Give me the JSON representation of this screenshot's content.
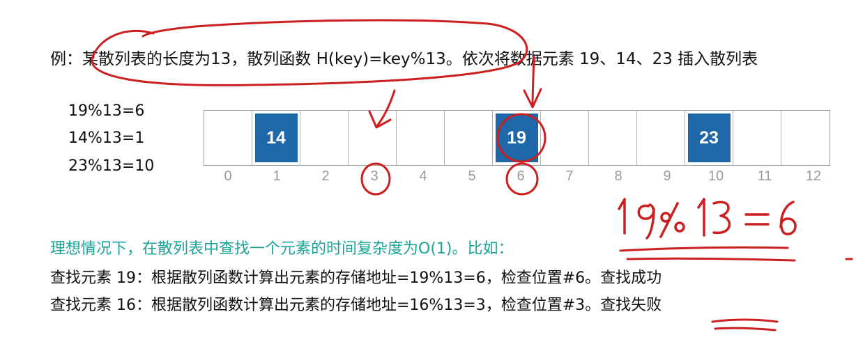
{
  "intro": "例：某散列表的长度为13，散列函数 H(key)=key%13。依次将数据元素 19、14、23 插入散列表",
  "calculations": [
    "19%13=6",
    "14%13=1",
    "23%13=10"
  ],
  "table": {
    "cells": [
      "",
      "14",
      "",
      "",
      "",
      "",
      "19",
      "",
      "",
      "",
      "23",
      "",
      ""
    ],
    "indices": [
      "0",
      "1",
      "2",
      "3",
      "4",
      "5",
      "6",
      "7",
      "8",
      "9",
      "10",
      "11",
      "12"
    ],
    "cell_color": "#1e67a8"
  },
  "heading": "理想情况下，在散列表中查找一个元素的时间复杂度为O(1)。比如：",
  "heading_color": "#1aa397",
  "lookup_1": "查找元素 19：根据散列函数计算出元素的存储地址=19%13=6，检查位置#6。查找成功",
  "lookup_2": "查找元素 16：根据散列函数计算出元素的存储地址=16%13=3，检查位置#3。查找失败",
  "annotation": {
    "handwritten_formula": "19%13=6",
    "ink_color": "#cc1f1f"
  }
}
